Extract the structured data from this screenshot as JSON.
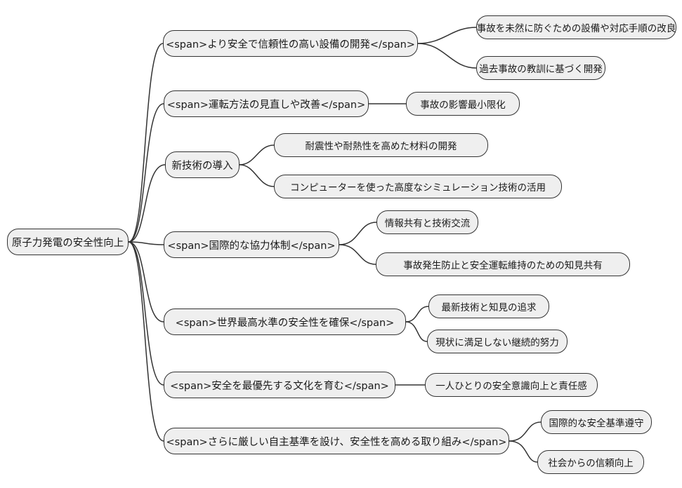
{
  "diagram": {
    "root": {
      "label": "原子力発電の安全性向上"
    },
    "branches": [
      {
        "label": "<span>より安全で信頼性の高い設備の開発</span>",
        "children": [
          "事故を未然に防ぐための設備や対応手順の改良",
          "過去事故の教訓に基づく開発"
        ]
      },
      {
        "label": "<span>運転方法の見直しや改善</span>",
        "children": [
          "事故の影響最小限化"
        ]
      },
      {
        "label": "新技術の導入",
        "children": [
          "耐震性や耐熱性を高めた材料の開発",
          "コンピューターを使った高度なシミュレーション技術の活用"
        ]
      },
      {
        "label": "<span>国際的な協力体制</span>",
        "children": [
          "情報共有と技術交流",
          "事故発生防止と安全運転維持のための知見共有"
        ]
      },
      {
        "label": "<span>世界最高水準の安全性を確保</span>",
        "children": [
          "最新技術と知見の追求",
          "現状に満足しない継続的努力"
        ]
      },
      {
        "label": "<span>安全を最優先する文化を育む</span>",
        "children": [
          "一人ひとりの安全意識向上と責任感"
        ]
      },
      {
        "label": "<span>さらに厳しい自主基準を設け、安全性を高める取り組み</span>",
        "children": [
          "国際的な安全基準遵守",
          "社会からの信頼向上"
        ]
      }
    ],
    "colors": {
      "node_fill": "#efefef",
      "node_border": "#333333",
      "edge": "#333333",
      "background": "#ffffff",
      "text": "#1a1a1a"
    }
  }
}
